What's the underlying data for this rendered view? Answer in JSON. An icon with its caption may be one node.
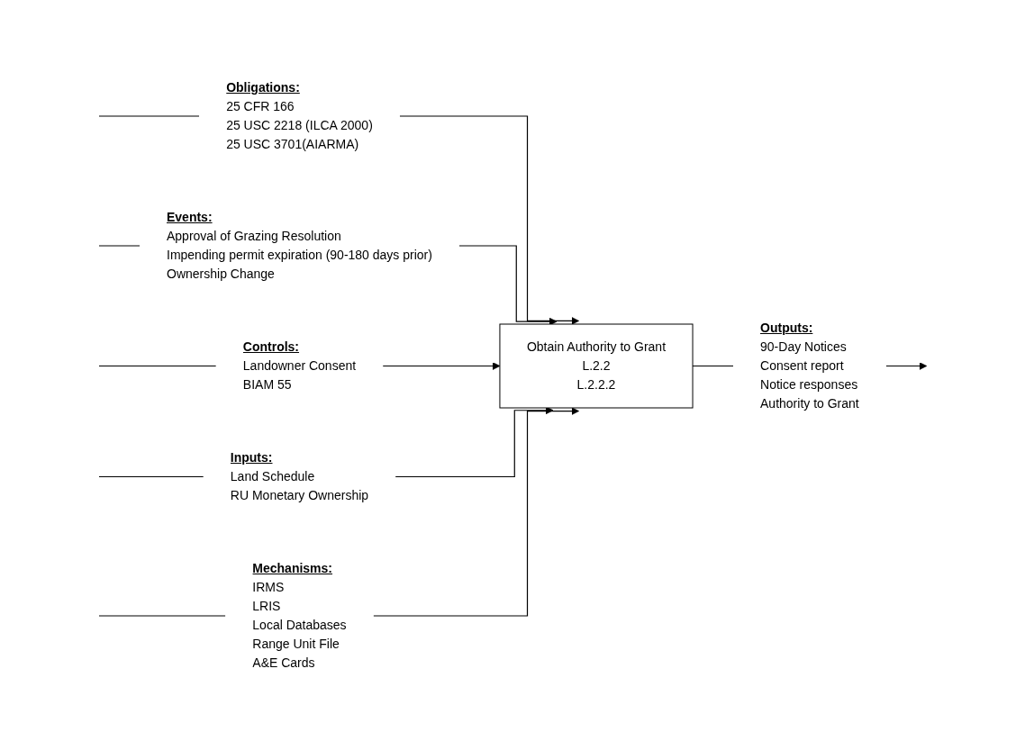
{
  "diagram": {
    "nodes": [
      {
        "text": [
          "Obligations:",
          "25 CFR 166",
          "25 USC 2218 (ILCA 2000)",
          "25 USC 3701(AIARMA)"
        ]
      },
      {
        "text": [
          "Events:",
          "Approval of Grazing Resolution",
          "Impending permit expiration (90-180 days prior)",
          "Ownership Change"
        ]
      },
      {
        "text": [
          "Controls:",
          "Landowner Consent",
          "BIAM 55"
        ]
      },
      {
        "text": [
          "Obtain Authority to Grant",
          "L.2.2",
          "L.2.2.2"
        ]
      },
      {
        "text": [
          "Inputs:",
          "Land Schedule",
          "RU Monetary Ownership"
        ]
      },
      {
        "text": [
          "Outputs:",
          "90-Day Notices",
          "Consent report",
          "Notice responses",
          "Authority to Grant"
        ]
      },
      {
        "text": [
          "Mechanisms:",
          "IRMS",
          "LRIS",
          "Local Databases",
          "Range Unit File",
          "A&E Cards"
        ]
      }
    ],
    "edges": [
      {
        "from": null,
        "to": 0,
        "arrow": "none"
      },
      {
        "from": 0,
        "to": 3,
        "arrow": "to"
      },
      {
        "from": null,
        "to": 1,
        "arrow": "none"
      },
      {
        "from": 1,
        "to": 3,
        "arrow": "to"
      },
      {
        "from": null,
        "to": 2,
        "arrow": "none"
      },
      {
        "from": 2,
        "to": 3,
        "arrow": "to"
      },
      {
        "from": null,
        "to": 4,
        "arrow": "none"
      },
      {
        "from": 4,
        "to": 3,
        "arrow": "to"
      },
      {
        "from": 3,
        "to": 5,
        "arrow": "none"
      },
      {
        "from": 5,
        "to": null,
        "arrow": "to"
      },
      {
        "from": null,
        "to": 6,
        "arrow": "none"
      },
      {
        "from": 6,
        "to": 3,
        "arrow": "to"
      }
    ]
  }
}
